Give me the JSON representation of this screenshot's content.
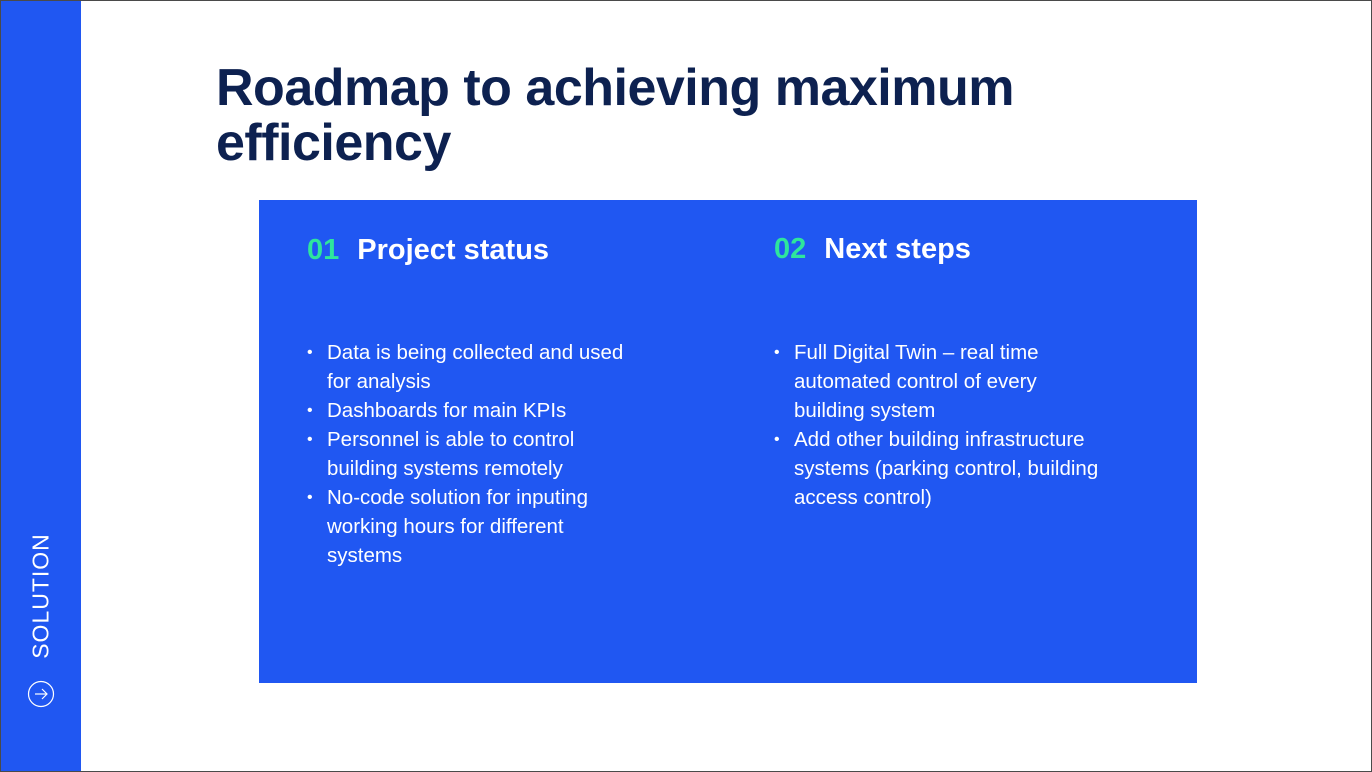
{
  "slide": {
    "section_label": "SOLUTION",
    "title": "Roadmap to achieving maximum efficiency"
  },
  "columns": [
    {
      "number": "01",
      "heading": "Project status",
      "bullets": [
        "Data is being collected and used for analysis",
        "Dashboards for main KPIs",
        "Personnel is able to control building systems remotely",
        "No-code solution for inputing working hours for different systems"
      ]
    },
    {
      "number": "02",
      "heading": "Next steps",
      "bullets": [
        "Full Digital Twin – real time automated control of every building system",
        "Add other building infrastructure systems (parking control, building access control)"
      ]
    }
  ],
  "colors": {
    "accent_blue": "#2057f2",
    "title_navy": "#0d2150",
    "number_green": "#2ee59d"
  },
  "icons": {
    "sidebar_arrow": "arrow-right-circle-icon"
  }
}
